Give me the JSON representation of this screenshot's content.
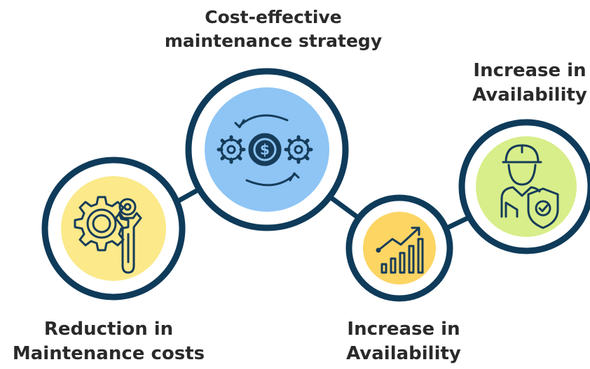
{
  "nodes": {
    "top": {
      "title_line1": "Cost-effective",
      "title_line2": "maintenance strategy",
      "icon": "gears-dollar-cycle-icon",
      "fill": "#8ec5f5"
    },
    "right": {
      "title_line1": "Increase in",
      "title_line2": "Availability",
      "icon": "worker-shield-icon",
      "fill": "#d8ee8a"
    },
    "left": {
      "title_line1": "Reduction in",
      "title_line2": "Maintenance costs",
      "icon": "gear-wrench-icon",
      "fill": "#fbe98a"
    },
    "mid": {
      "title_line1": "Increase in",
      "title_line2": "Availability",
      "icon": "growth-chart-icon",
      "fill": "#fcd563"
    }
  },
  "colors": {
    "ring": "#0f3b5a",
    "connector": "#0f3b5a",
    "icon_stroke": "#163c5a",
    "text": "#2a2a2a"
  }
}
